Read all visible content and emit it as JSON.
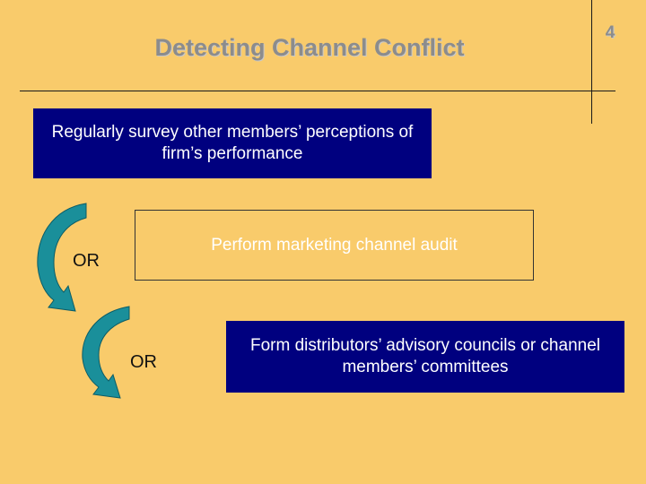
{
  "slide": {
    "title": "Detecting Channel Conflict",
    "page_number": "4",
    "box1_text": "Regularly survey other members’ perceptions of firm’s performance",
    "box2_text": "Perform marketing channel audit",
    "box3_text": "Form distributors’ advisory councils or channel members’ committees",
    "or_label_1": "OR",
    "or_label_2": "OR"
  },
  "colors": {
    "background": "#f9cb6b",
    "box_fill": "#00007f",
    "arrow_fill": "#1a8f9a",
    "title_text": "#8c8c8c"
  },
  "icons": {
    "arrow_1": "curved-arrow-icon",
    "arrow_2": "curved-arrow-icon"
  }
}
